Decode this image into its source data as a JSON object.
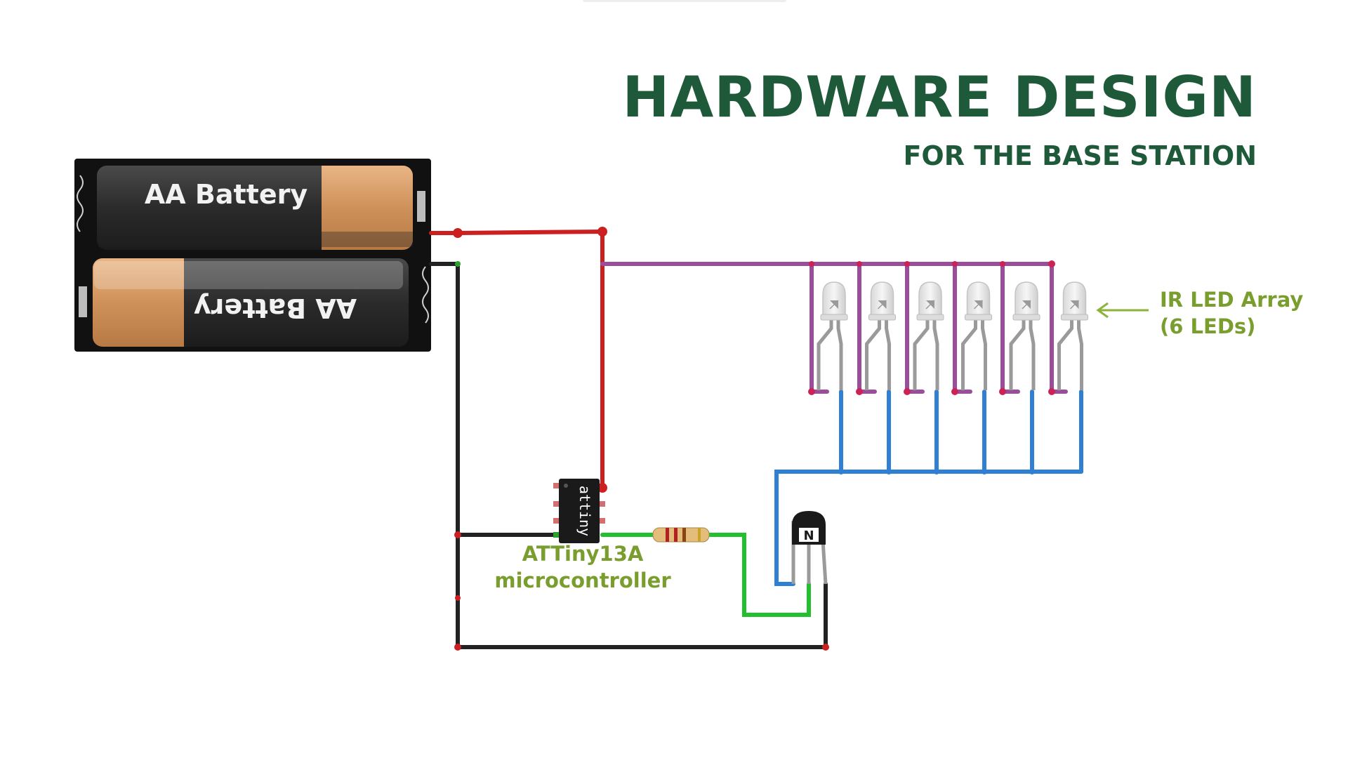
{
  "header": {
    "title": "HARDWARE DESIGN",
    "subtitle": "FOR THE BASE STATION"
  },
  "battery": {
    "cell_top_label": "AA Battery",
    "cell_bottom_label": "AA Battery"
  },
  "chip": {
    "marking": "attiny",
    "label_line1": "ATTiny13A",
    "label_line2": "microcontroller"
  },
  "transistor": {
    "marking": "N"
  },
  "led_array": {
    "label_line1": "IR LED Array",
    "label_line2": "(6 LEDs)",
    "count": 6
  },
  "colors": {
    "title": "#1e5a3a",
    "labels": "#7a9e2e",
    "wire_positive": "#cc1f1f",
    "wire_ground": "#222222",
    "wire_led_anode": "#9b4d9b",
    "wire_led_cathode": "#2f7fd3",
    "wire_signal": "#22c02f"
  }
}
